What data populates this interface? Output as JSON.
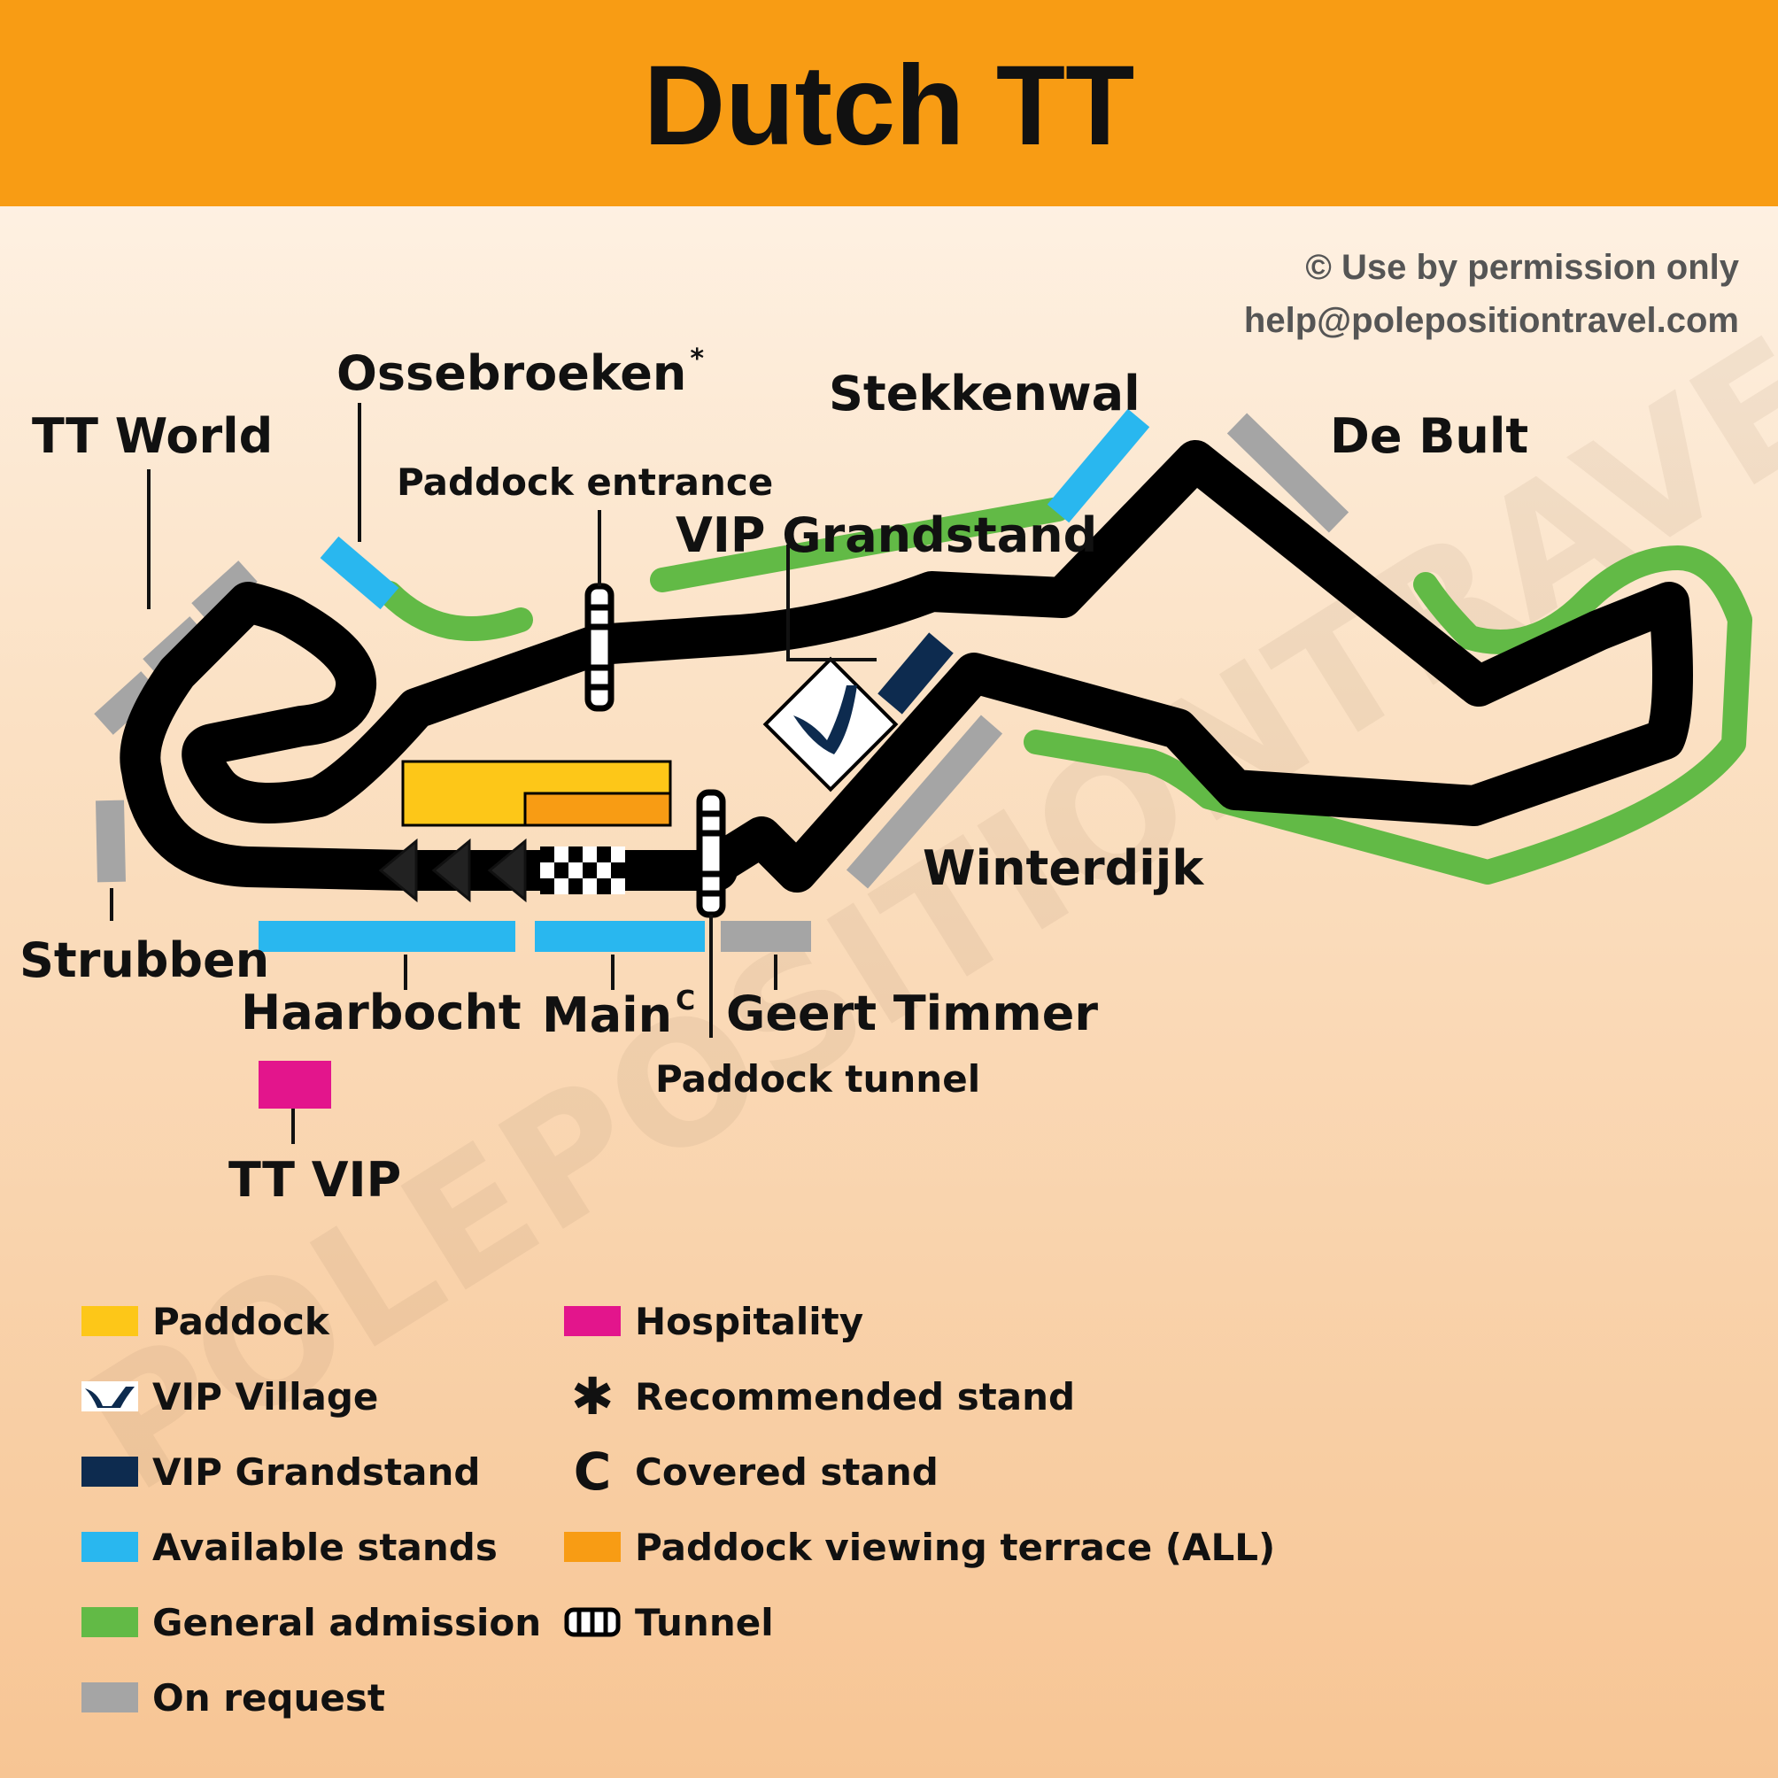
{
  "title": "Dutch TT",
  "notice": {
    "line1": "© Use by permission only",
    "line2": "help@polepositiontravel.com"
  },
  "watermark": "POLEPOSITIONTRAVEL",
  "colors": {
    "header": "#f89c14",
    "track": "#000000",
    "paddock": "#fdc718",
    "paddock_terrace": "#f89c14",
    "vip_grandstand": "#0d2b4f",
    "available": "#29b7ef",
    "general_admission": "#62ba46",
    "on_request": "#a5a5a5",
    "hospitality": "#e3158c"
  },
  "map": {
    "labels": {
      "tt_world": "TT World",
      "ossebroeken": "Ossebroeken",
      "ossebroeken_mark": "*",
      "stekkenwal": "Stekkenwal",
      "de_bult": "De Bult",
      "paddock_entrance": "Paddock entrance",
      "vip_grandstand": "VIP Grandstand",
      "winterdijk": "Winterdijk",
      "strubben": "Strubben",
      "haarbocht": "Haarbocht",
      "main": "Main",
      "main_mark": "C",
      "geert_timmer": "Geert Timmer",
      "paddock_tunnel": "Paddock tunnel",
      "tt_vip": "TT VIP"
    }
  },
  "legend": {
    "left": [
      {
        "label": "Paddock",
        "icon": "paddock-swatch"
      },
      {
        "label": "VIP Village",
        "icon": "vip-village-icon"
      },
      {
        "label": "VIP Grandstand",
        "icon": "vip-grandstand-swatch"
      },
      {
        "label": "Available stands",
        "icon": "available-swatch"
      },
      {
        "label": "General admission",
        "icon": "general-admission-swatch"
      },
      {
        "label": "On request",
        "icon": "on-request-swatch"
      }
    ],
    "right": [
      {
        "label": "Hospitality",
        "icon": "hospitality-swatch"
      },
      {
        "label": "Recommended stand",
        "icon": "asterisk-icon",
        "glyph": "✱"
      },
      {
        "label": "Covered stand",
        "icon": "covered-icon",
        "glyph": "C"
      },
      {
        "label": "Paddock viewing terrace (ALL)",
        "icon": "terrace-swatch"
      },
      {
        "label": "Tunnel",
        "icon": "tunnel-icon"
      }
    ]
  }
}
